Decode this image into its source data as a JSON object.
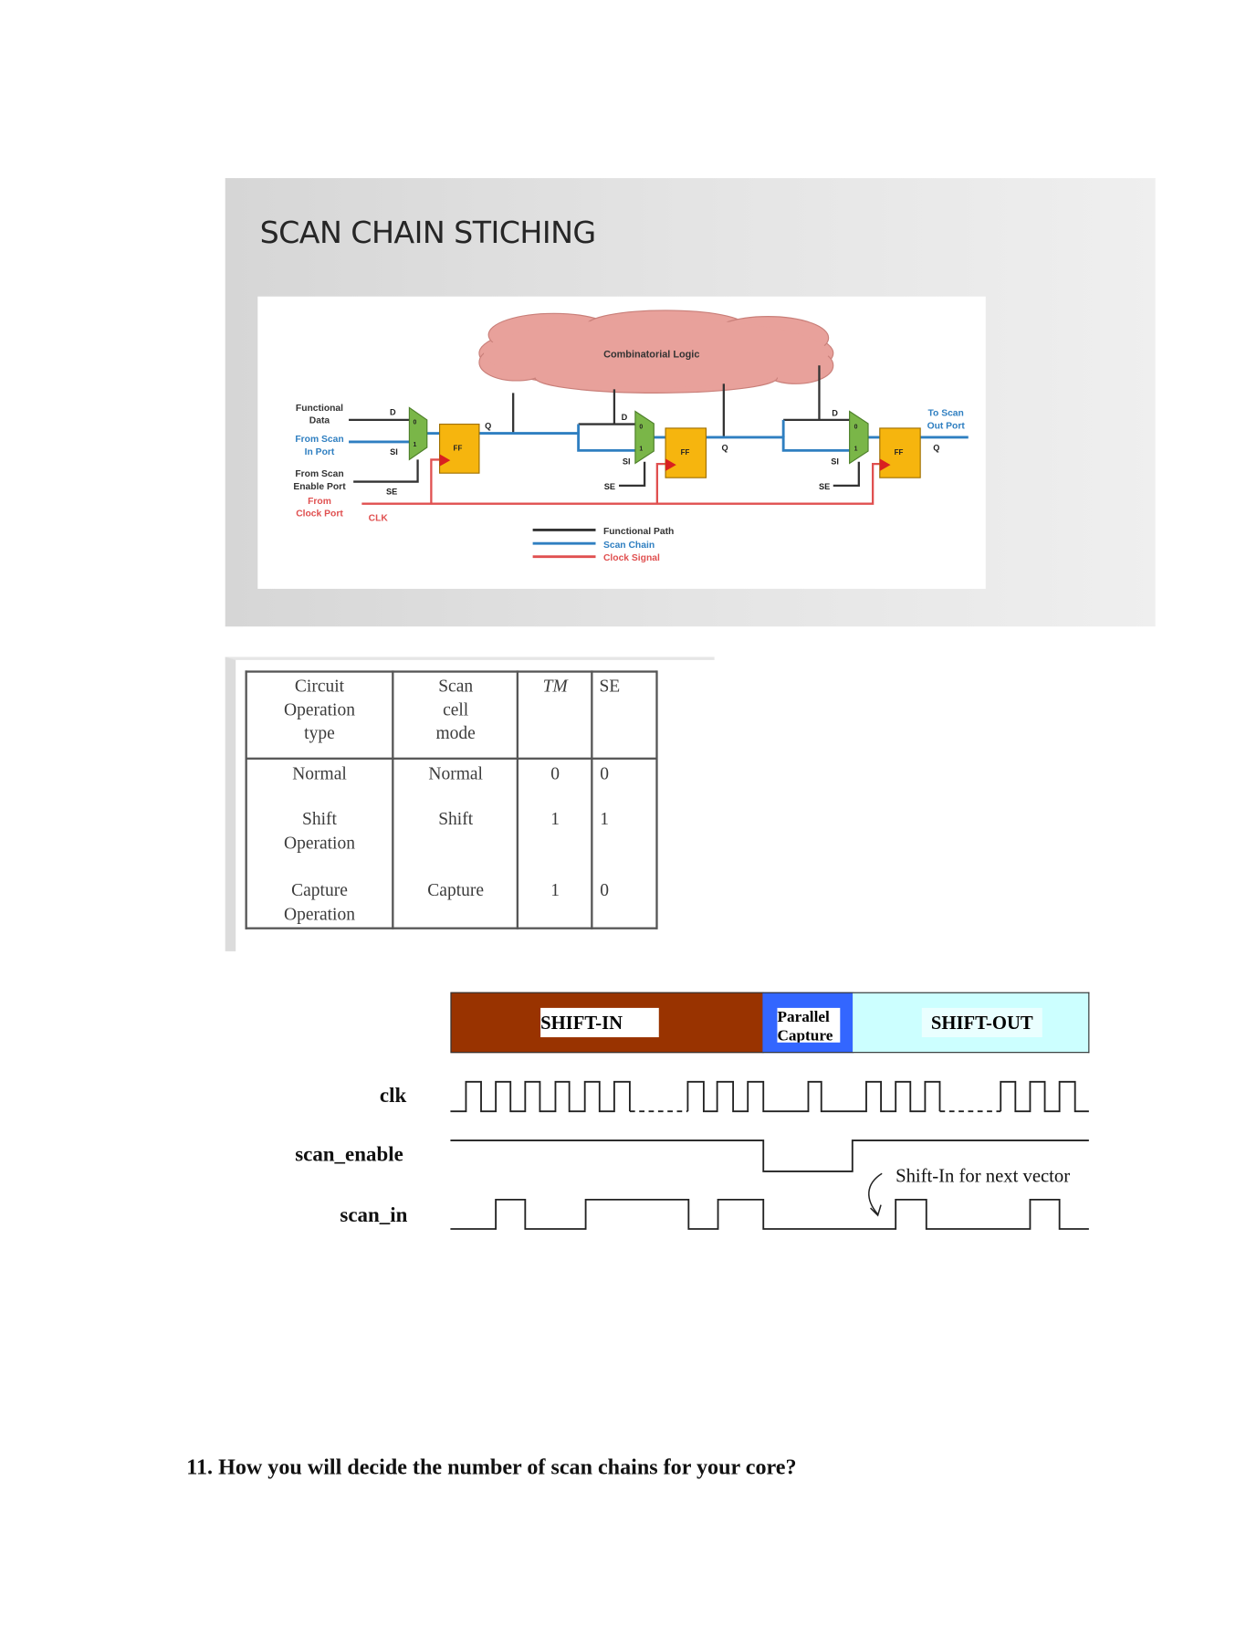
{
  "slide": {
    "title": "SCAN CHAIN STICHING",
    "diagram": {
      "cloud_label": "Combinatorial Logic",
      "inputs": {
        "functional_data": [
          "Functional",
          "Data"
        ],
        "scan_in": [
          "From Scan",
          "In Port"
        ],
        "scan_enable": [
          "From Scan",
          "Enable Port"
        ],
        "clock": [
          "From",
          "Clock Port"
        ],
        "clk": "CLK"
      },
      "output": [
        "To Scan",
        "Out Port"
      ],
      "pins": {
        "d": "D",
        "si": "SI",
        "se": "SE",
        "q": "Q",
        "ff": "FF",
        "mux0": "0",
        "mux1": "1"
      },
      "legend": [
        "Functional Path",
        "Scan Chain",
        "Clock Signal"
      ],
      "colors": {
        "functional": "#333333",
        "scan": "#2f7fc1",
        "clock": "#e05050",
        "cloud": "#e8a19b",
        "mux": "#7ab648",
        "ff": "#f6b50e"
      }
    }
  },
  "table": {
    "headers": [
      [
        "Circuit",
        "Operation",
        "type"
      ],
      [
        "Scan",
        "cell",
        "mode"
      ],
      [
        "TM"
      ],
      [
        "SE"
      ]
    ],
    "rows": [
      {
        "op": [
          "Normal"
        ],
        "mode": "Normal",
        "tm": "0",
        "se": "0"
      },
      {
        "op": [
          "Shift",
          "Operation"
        ],
        "mode": "Shift",
        "tm": "1",
        "se": "1"
      },
      {
        "op": [
          "Capture",
          "Operation"
        ],
        "mode": "Capture",
        "tm": "1",
        "se": "0"
      }
    ]
  },
  "timing": {
    "phases": [
      {
        "label": "SHIFT-IN",
        "color": "#993300"
      },
      {
        "label": "Parallel Capture",
        "color": "#3366ff"
      },
      {
        "label": "SHIFT-OUT",
        "color": "#ccffff"
      }
    ],
    "signals": [
      "clk",
      "scan_enable",
      "scan_in"
    ],
    "annotation": "Shift-In for next vector"
  },
  "question": "11. How you will decide the number of scan chains for your core?"
}
